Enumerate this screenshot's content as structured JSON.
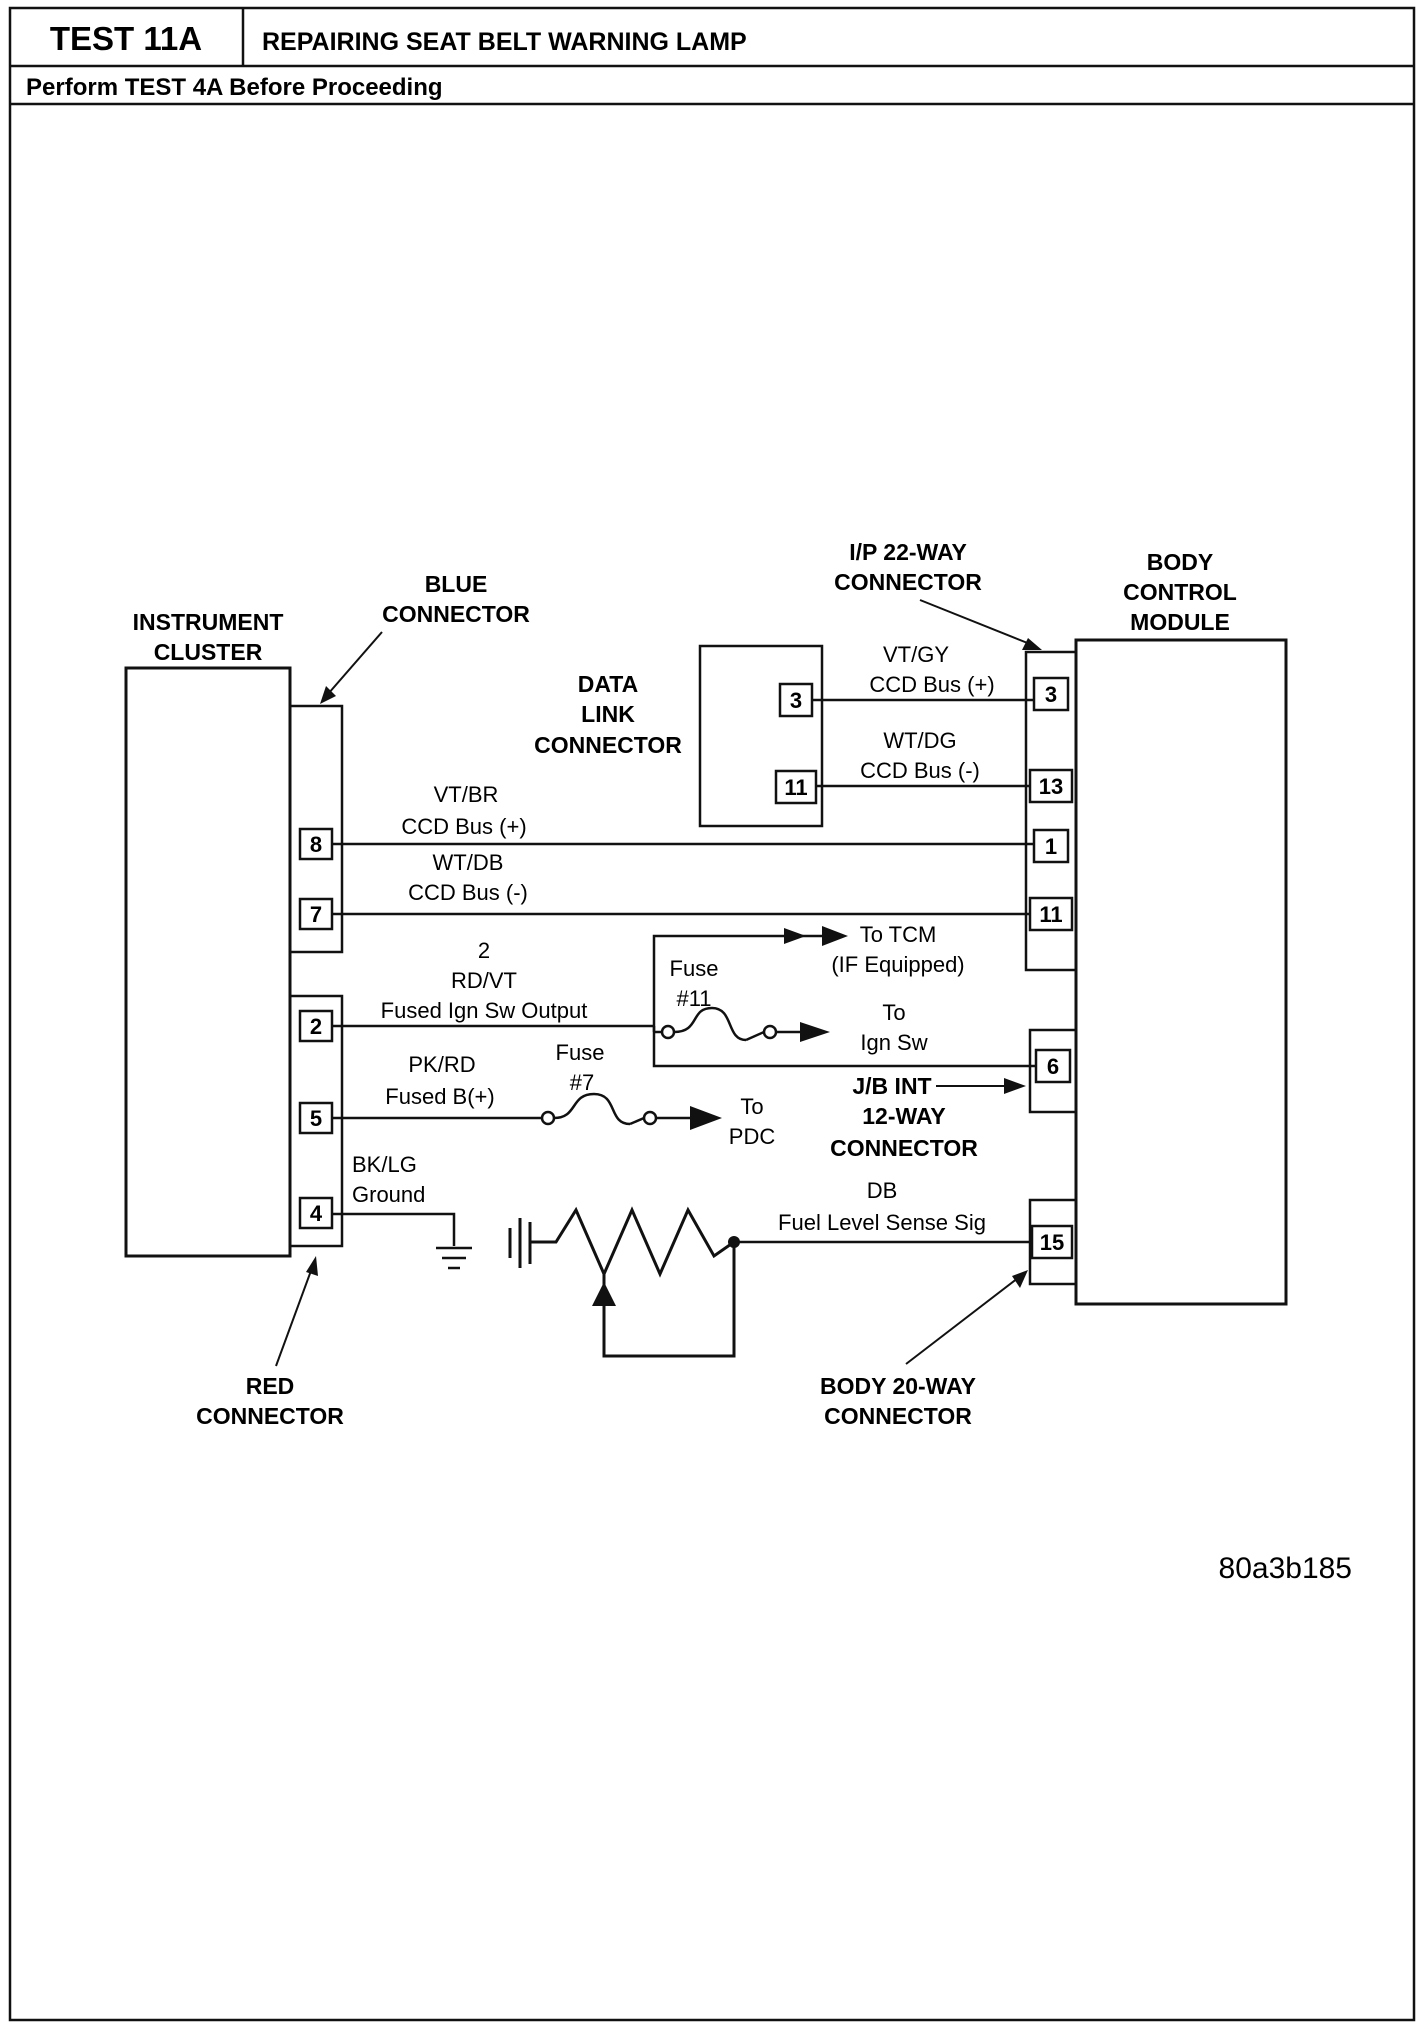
{
  "header": {
    "test_id": "TEST 11A",
    "title": "REPAIRING SEAT BELT WARNING LAMP",
    "subtitle": "Perform TEST 4A Before Proceeding"
  },
  "components": {
    "instrument_cluster": [
      "INSTRUMENT",
      "CLUSTER"
    ],
    "blue_connector": [
      "BLUE",
      "CONNECTOR"
    ],
    "red_connector": [
      "RED",
      "CONNECTOR"
    ],
    "data_link_connector": [
      "DATA",
      "LINK",
      "CONNECTOR"
    ],
    "ip_22way_connector": [
      "I/P 22-WAY",
      "CONNECTOR"
    ],
    "body_control_module": [
      "BODY",
      "CONTROL",
      "MODULE"
    ],
    "jb_int_connector": [
      "J/B INT",
      "12-WAY",
      "CONNECTOR"
    ],
    "body_20way_connector": [
      "BODY 20-WAY",
      "CONNECTOR"
    ]
  },
  "pins": {
    "cluster_8": "8",
    "cluster_7": "7",
    "cluster_2": "2",
    "cluster_5": "5",
    "cluster_4": "4",
    "dlc_3": "3",
    "dlc_11": "11",
    "bcm_3": "3",
    "bcm_13": "13",
    "bcm_1": "1",
    "bcm_11": "11",
    "bcm_6": "6",
    "bcm_15": "15"
  },
  "wires": {
    "vtgy": [
      "VT/GY",
      "CCD Bus (+)"
    ],
    "wtdg": [
      "WT/DG",
      "CCD Bus (-)"
    ],
    "vtbr": [
      "VT/BR",
      "CCD Bus (+)"
    ],
    "wtdb": [
      "WT/DB",
      "CCD Bus (-)"
    ],
    "rdvt": [
      "2",
      "RD/VT",
      "Fused Ign Sw Output"
    ],
    "pkrd": [
      "PK/RD",
      "Fused B(+)"
    ],
    "bklg": [
      "BK/LG",
      "Ground"
    ],
    "db": [
      "DB",
      "Fuel Level Sense Sig"
    ]
  },
  "fuses": {
    "fuse11": [
      "Fuse",
      "#11"
    ],
    "fuse7": [
      "Fuse",
      "#7"
    ]
  },
  "destinations": {
    "tcm": [
      "To TCM",
      "(IF Equipped)"
    ],
    "ign_sw": [
      "To",
      "Ign Sw"
    ],
    "pdc": [
      "To",
      "PDC"
    ]
  },
  "figure_id": "80a3b185"
}
